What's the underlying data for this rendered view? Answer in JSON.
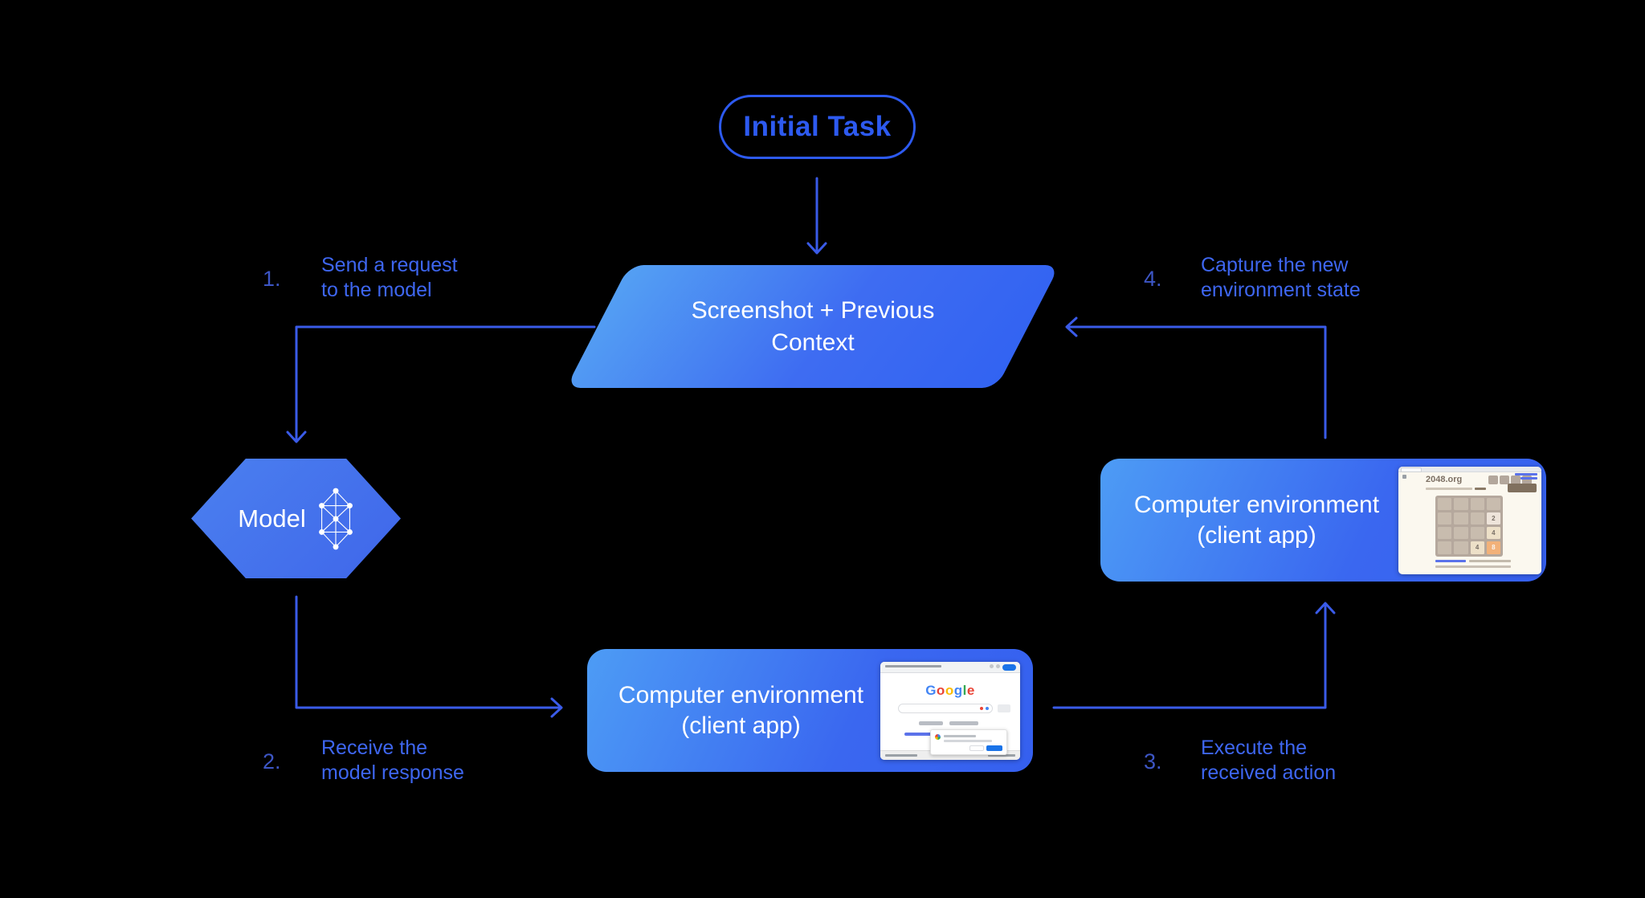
{
  "colors": {
    "background": "#000000",
    "arrow_line": "#3A5BE8",
    "step_label_text": "#3E66F0",
    "step_number": "#3D56C5",
    "pill_blue": "#2D5AF0",
    "shape_gradient_light": "#4D9CF5",
    "shape_gradient_dark": "#3560EF",
    "google_blue": "#4285F4",
    "google_red": "#EA4335",
    "google_yellow": "#FBBC05",
    "google_green": "#34A853"
  },
  "diagram": {
    "initial_task": {
      "label": "Initial Task"
    },
    "screenshot_context": {
      "line1": "Screenshot + Previous",
      "line2": "Context"
    },
    "model": {
      "label": "Model"
    },
    "env_bottom": {
      "line1": "Computer environment",
      "line2": "(client app)"
    },
    "env_right": {
      "line1": "Computer environment",
      "line2": "(client app)"
    }
  },
  "steps": [
    {
      "num": "1.",
      "line1": "Send a request",
      "line2": "to the model"
    },
    {
      "num": "2.",
      "line1": "Receive the",
      "line2": "model response"
    },
    {
      "num": "3.",
      "line1": "Execute the",
      "line2": "received action"
    },
    {
      "num": "4.",
      "line1": "Capture the new",
      "line2": "environment state"
    }
  ],
  "thumbnails": {
    "game2048": {
      "title": "2048.org",
      "tiles": {
        "r2c4": "2",
        "r3c4": "4",
        "r4c3": "4",
        "r4c4": "8"
      }
    },
    "google": {
      "letters": {
        "l1": "G",
        "l2": "o",
        "l3": "o",
        "l4": "g",
        "l5": "l",
        "l6": "e"
      }
    }
  }
}
